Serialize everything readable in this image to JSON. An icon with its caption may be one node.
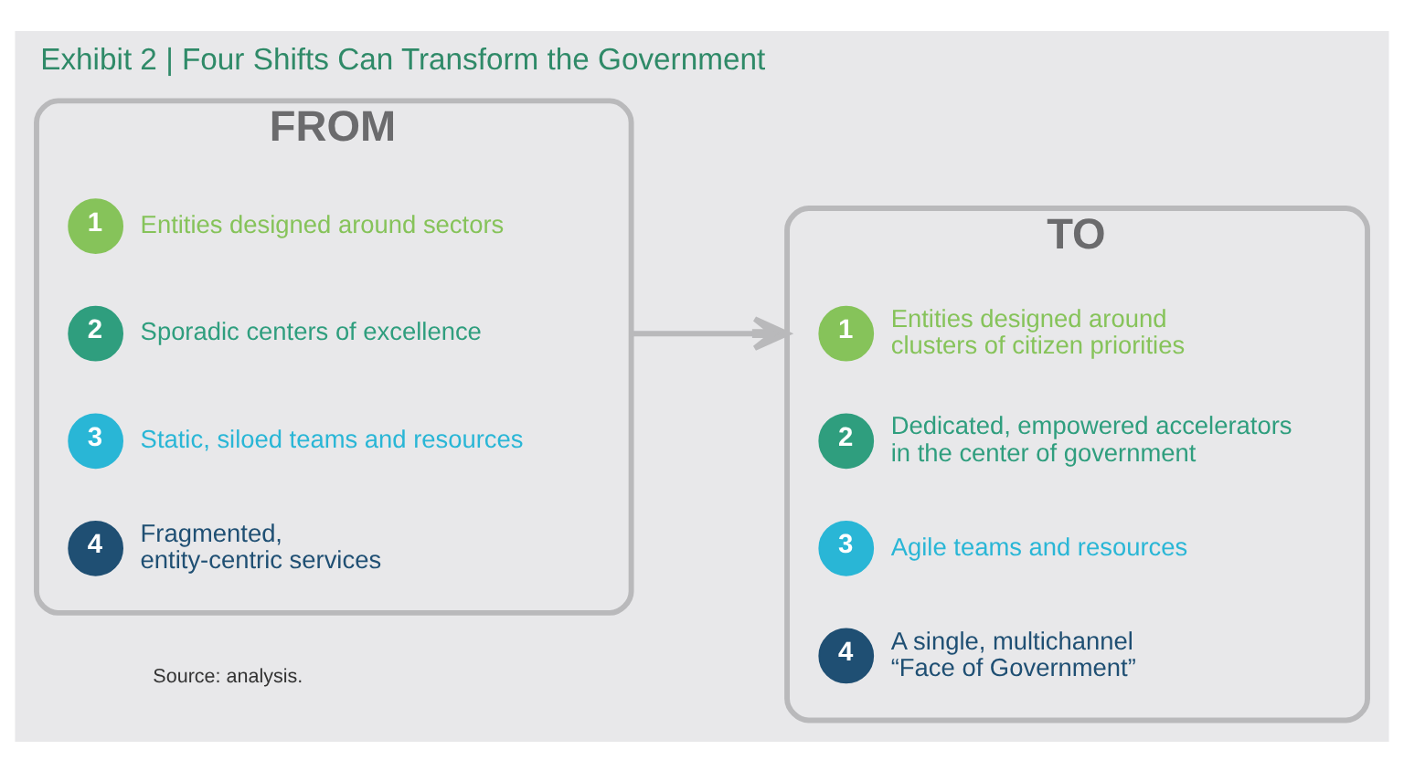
{
  "diagram": {
    "title": "Exhibit 2 | Four Shifts Can Transform the Government",
    "caption": "Source: analysis.",
    "nodes": [
      {
        "text": [
          "FROM"
        ]
      },
      {
        "text": [
          "1"
        ],
        "in": 0,
        "beside": [
          "Entities designed around sectors"
        ]
      },
      {
        "text": [
          "2"
        ],
        "in": 0,
        "beside": [
          "Sporadic centers of excellence"
        ]
      },
      {
        "text": [
          "3"
        ],
        "in": 0,
        "beside": [
          "Static, siloed teams and resources"
        ]
      },
      {
        "text": [
          "4"
        ],
        "in": 0,
        "beside": [
          "Fragmented, entity-centric services"
        ]
      },
      {
        "text": [
          "TO"
        ]
      },
      {
        "text": [
          "1"
        ],
        "in": 5,
        "beside": [
          "Entities designed around clusters of citizen priorities"
        ]
      },
      {
        "text": [
          "2"
        ],
        "in": 5,
        "beside": [
          "Dedicated, empowered accelerators in the center of government"
        ]
      },
      {
        "text": [
          "3"
        ],
        "in": 5,
        "beside": [
          "Agile teams and resources"
        ]
      },
      {
        "text": [
          "4"
        ],
        "in": 5,
        "beside": [
          "A single, multichannel “Face of Government”"
        ]
      }
    ],
    "edges": [
      {
        "from": 0,
        "to": 5,
        "arrow": "to"
      }
    ]
  }
}
